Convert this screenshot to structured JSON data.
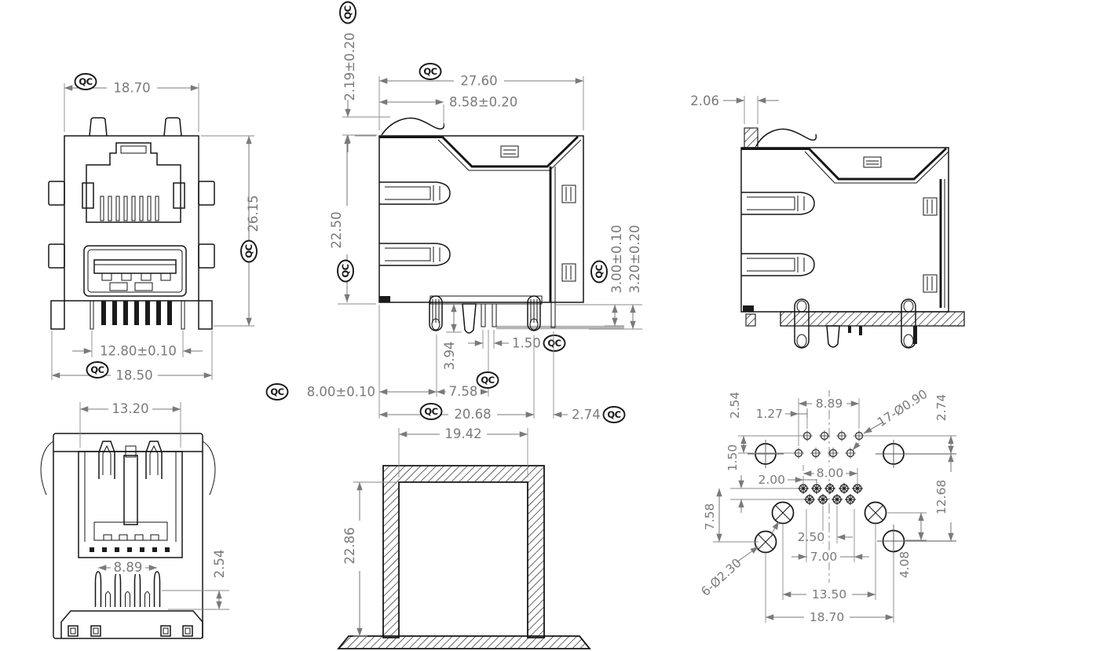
{
  "qc_label": "QC",
  "views": {
    "front": {
      "dims": {
        "shield_width": "18.70",
        "overall_height": "26.15",
        "pin_row_span": "12.80±0.10",
        "body_width": "18.50"
      }
    },
    "side": {
      "dims": {
        "latch_height": "2.19±0.20",
        "overall_depth": "27.60",
        "latch_tip_offset": "8.58±0.20",
        "body_height": "22.50",
        "standoff_height": "3.00±0.10",
        "peg_standoff": "3.20±0.20",
        "pin_length": "3.94",
        "pin_gap": "1.50",
        "front_to_leg": "8.00±0.10",
        "leg_to_pin": "7.58",
        "leg_span": "20.68",
        "rear_overhang": "2.74"
      }
    },
    "side_mounted": {
      "dims": {
        "tab_width": "2.06"
      }
    },
    "bottom": {
      "dims": {
        "usb_shell_width": "13.20",
        "contact_span": "8.89",
        "row_offset": "2.54"
      }
    },
    "panel_cutout": {
      "dims": {
        "cutout_width": "19.42",
        "cutout_height": "22.86"
      }
    },
    "pcb": {
      "dims": {
        "rj45_span": "8.89",
        "rj45_pitch": "1.27",
        "rj45_row_gap": "2.54",
        "signal_hole_note": "17-Ø0.90",
        "top_row_offset": "2.74",
        "usb_row_gap": "1.50",
        "usb_span": "8.00",
        "usb_pitch": "2.00",
        "usb_to_post": "7.58",
        "overall_depth": "12.68",
        "center_offset": "2.50",
        "inner_span": "7.00",
        "post_row_gap": "4.08",
        "post_span": "13.50",
        "mount_span": "18.70",
        "mount_hole_note": "6-Ø2.30"
      }
    }
  }
}
